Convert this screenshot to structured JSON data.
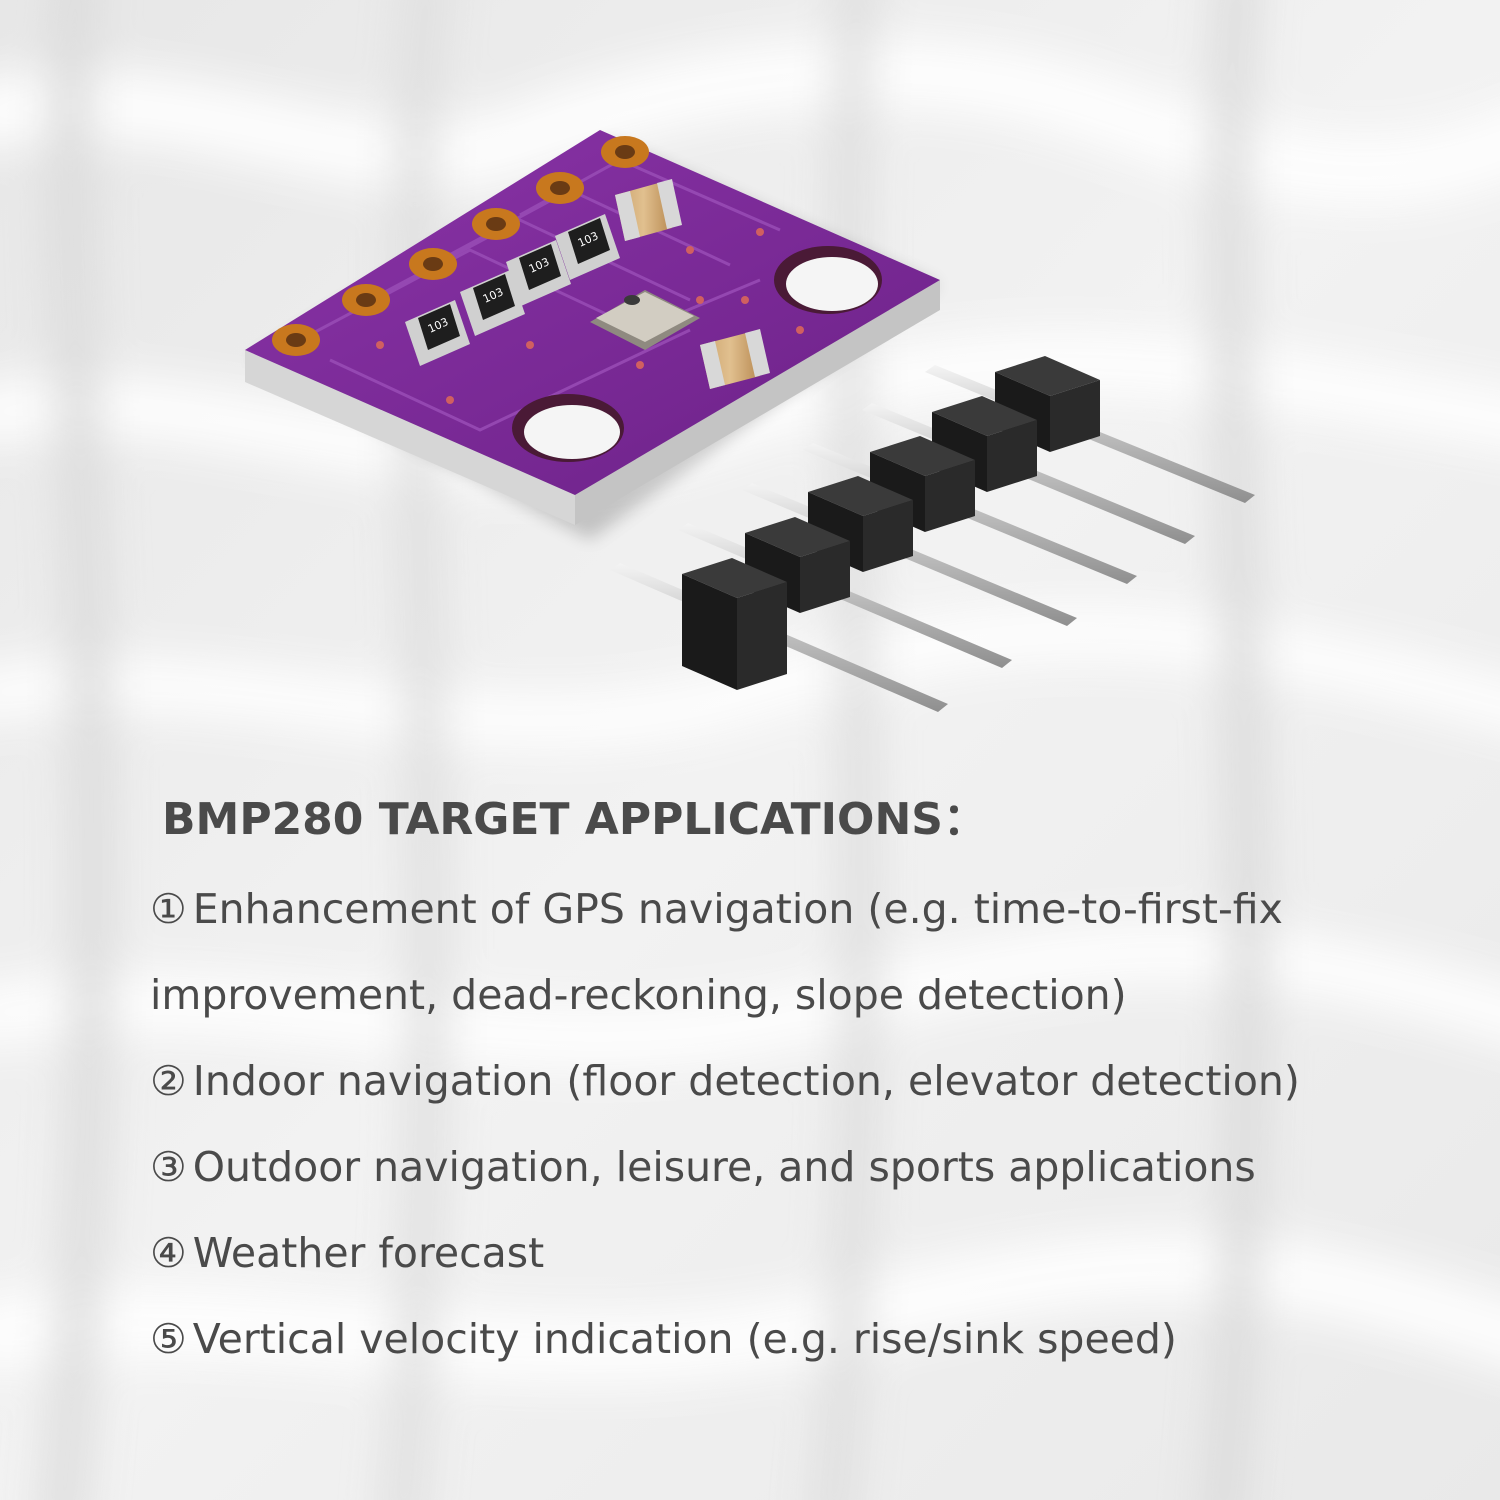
{
  "page": {
    "background_color": "#eeeeee",
    "text_color": "#4a4a4a"
  },
  "product_image": {
    "board_color": "#7a2a9a",
    "pad_color": "#c8781e",
    "header_color": "#1f1f1f",
    "pin_color": "#cfcfcf",
    "component_labels": [
      "103",
      "103",
      "103",
      "103"
    ]
  },
  "applications": {
    "title": "BMP280 TARGET APPLICATIONS：",
    "items": [
      {
        "marker": "①",
        "line1": "Enhancement of GPS navigation (e.g. time-to-first-fix",
        "line2": "improvement, dead-reckoning, slope detection)"
      },
      {
        "marker": "②",
        "line1": "Indoor navigation (floor detection, elevator detection)"
      },
      {
        "marker": "③",
        "line1": "Outdoor navigation, leisure, and sports applications"
      },
      {
        "marker": "④",
        "line1": "Weather forecast"
      },
      {
        "marker": "⑤",
        "line1": "Vertical velocity indication (e.g. rise/sink speed)"
      }
    ]
  }
}
